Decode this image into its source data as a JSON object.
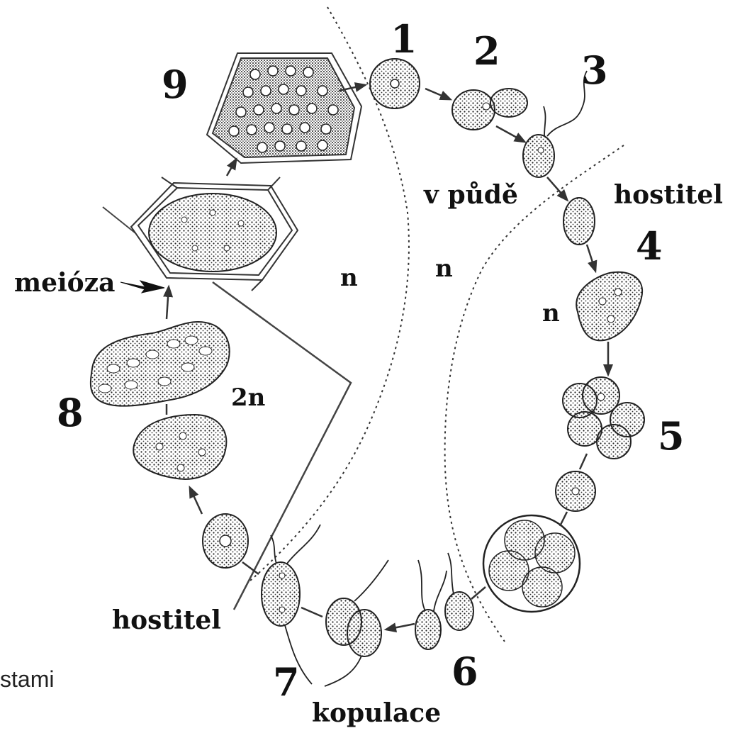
{
  "stage_numbers": [
    "1",
    "2",
    "3",
    "4",
    "5",
    "6",
    "7",
    "8",
    "9"
  ],
  "labels": {
    "soil": "v půdě",
    "host_right": "hostitel",
    "host_left": "hostitel",
    "meiosis": "meióza",
    "copulation": "kopulace",
    "ploidy_haploid": "n",
    "ploidy_diploid": "2n"
  },
  "side_text": "stami",
  "colors": {
    "ink": "#1a1a1a",
    "stipple": "#2b2b2b",
    "background": "#ffffff"
  }
}
